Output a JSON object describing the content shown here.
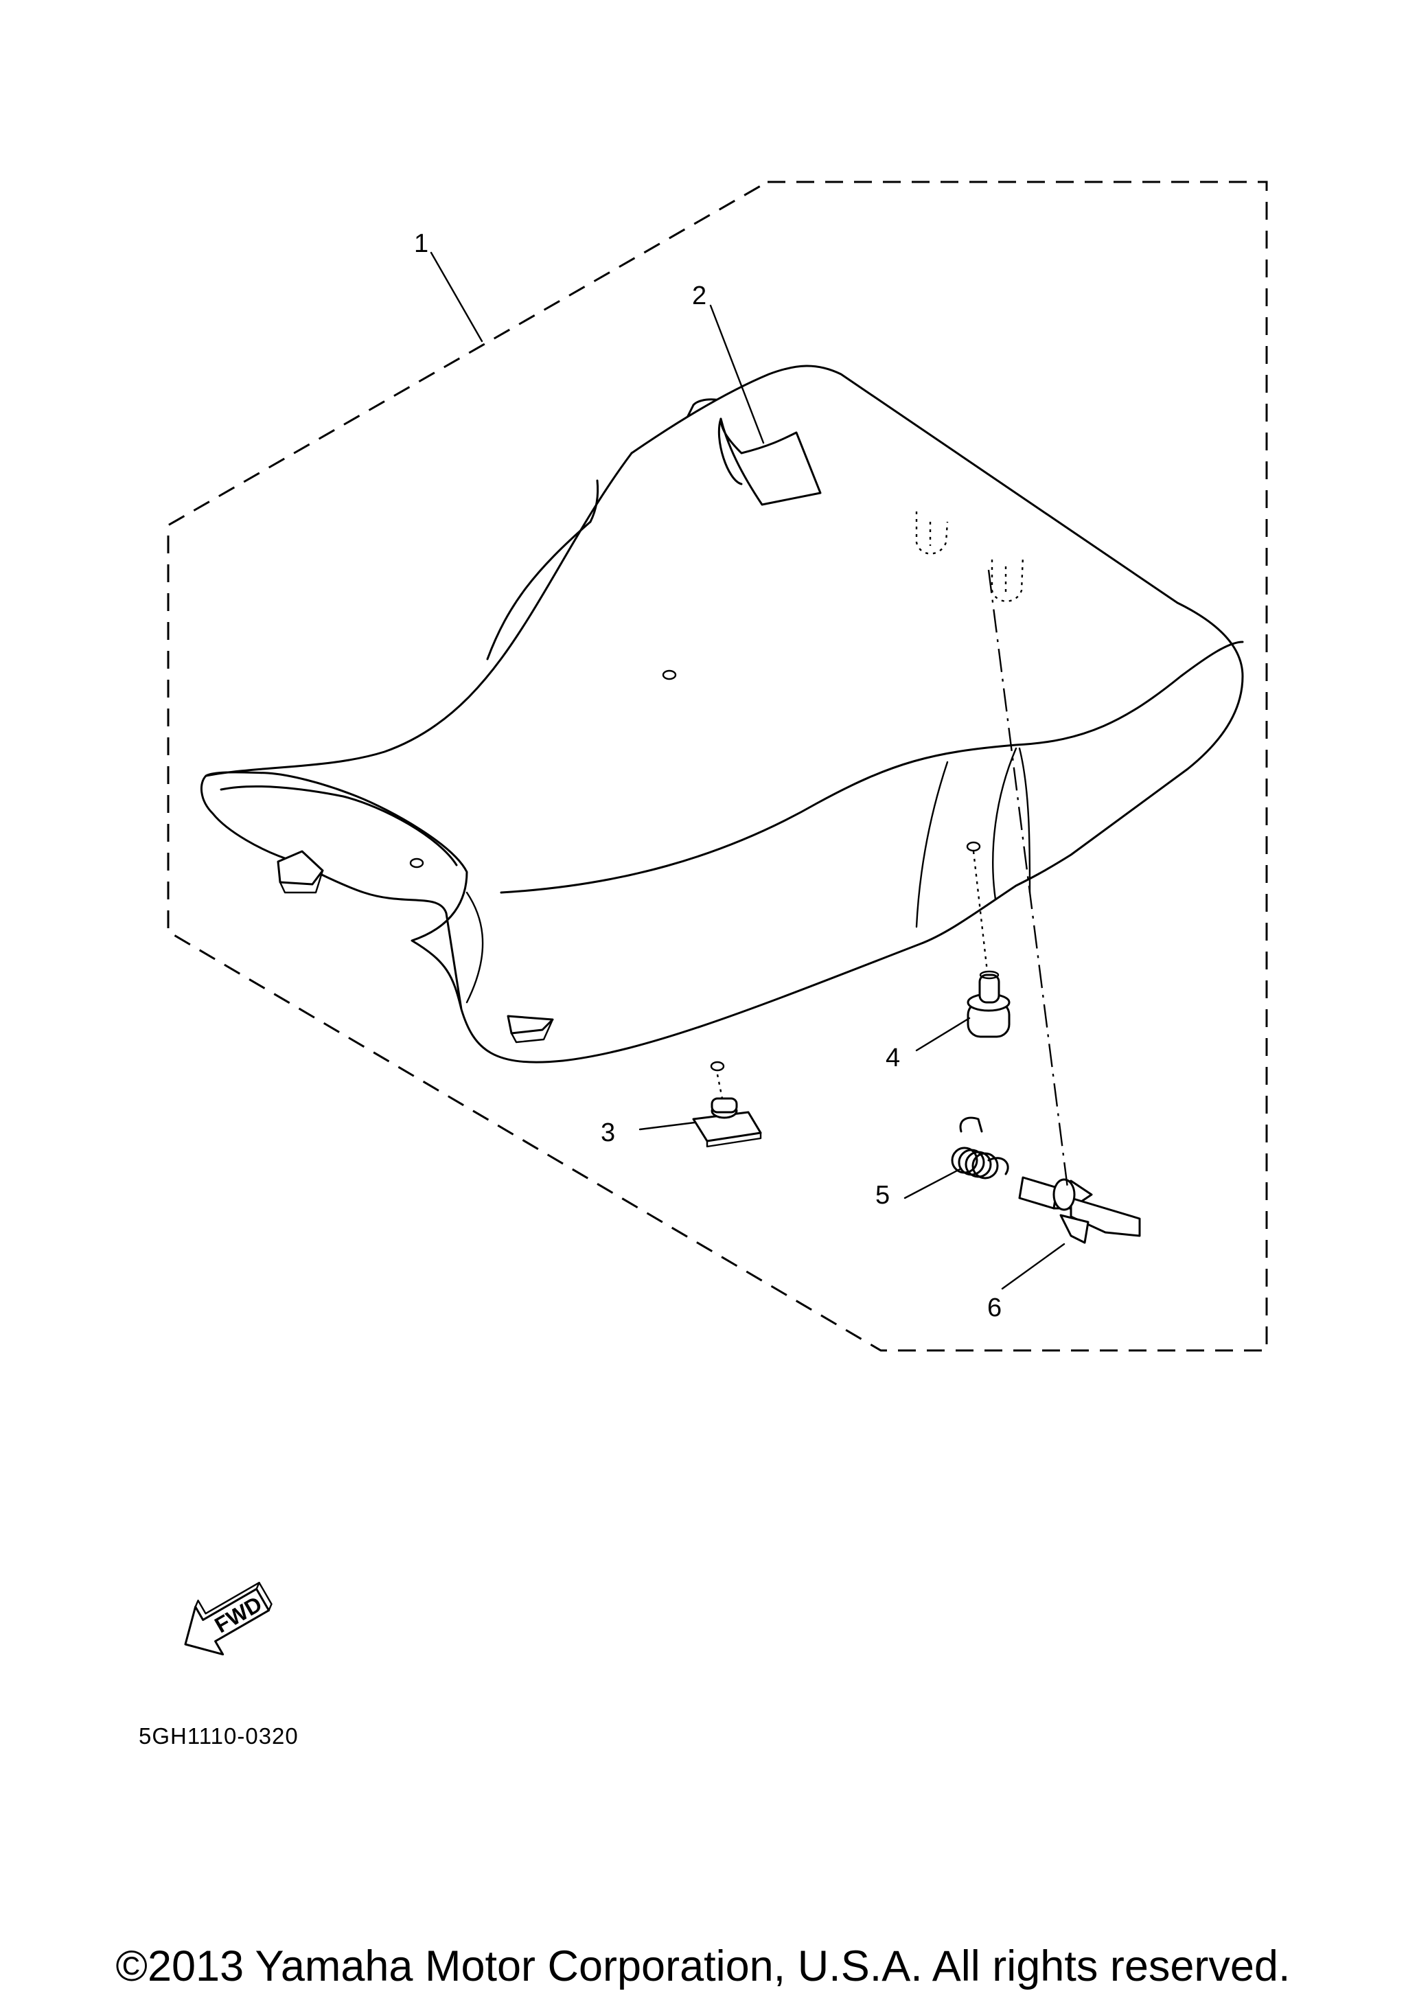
{
  "diagram": {
    "callouts": [
      {
        "num": "1",
        "part": "seat-assembly"
      },
      {
        "num": "2",
        "part": "strap"
      },
      {
        "num": "3",
        "part": "clip-nut"
      },
      {
        "num": "4",
        "part": "damper"
      },
      {
        "num": "5",
        "part": "spring"
      },
      {
        "num": "6",
        "part": "seat-lock-pin"
      }
    ],
    "fwd_label": "FWD",
    "code": "5GH1110-0320"
  },
  "footer": {
    "copyright": "©2013 Yamaha Motor Corporation, U.S.A. All rights reserved."
  }
}
